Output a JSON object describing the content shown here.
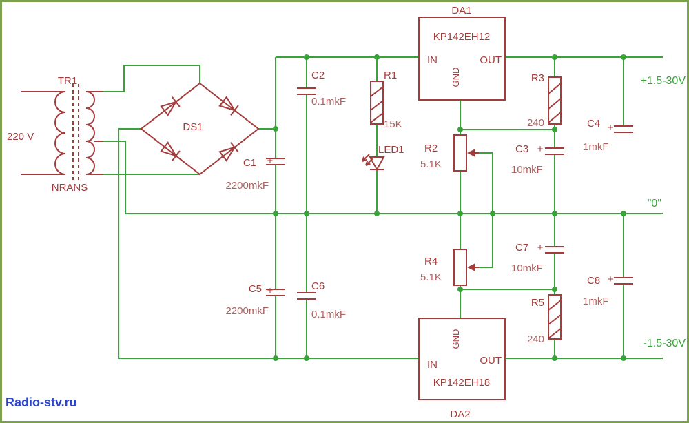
{
  "colors": {
    "wire": "#3aa23a",
    "symbol": "#a43c3c",
    "text_value": "#ad6161",
    "text_green": "#3aa23a",
    "watermark": "#2b46cb",
    "border": "#7ba14e",
    "background": "#ffffff"
  },
  "transformer": {
    "designator": "TR1",
    "primary_voltage": "220 V",
    "caption": "NRANS"
  },
  "bridge": {
    "designator": "DS1"
  },
  "regulators": {
    "da1": {
      "designator": "DA1",
      "part": "KP142EH12",
      "pin_in": "IN",
      "pin_out": "OUT",
      "pin_gnd": "GND"
    },
    "da2": {
      "designator": "DA2",
      "part": "KP142EH18",
      "pin_in": "IN",
      "pin_out": "OUT",
      "pin_gnd": "GND"
    }
  },
  "capacitors": {
    "c1": {
      "designator": "C1",
      "value": "2200mkF",
      "polarity": "+"
    },
    "c2": {
      "designator": "C2",
      "value": "0.1mkF"
    },
    "c3": {
      "designator": "C3",
      "value": "10mkF",
      "polarity": "+"
    },
    "c4": {
      "designator": "C4",
      "value": "1mkF",
      "polarity": "+"
    },
    "c5": {
      "designator": "C5",
      "value": "2200mkF",
      "polarity": "+"
    },
    "c6": {
      "designator": "C6",
      "value": "0.1mkF"
    },
    "c7": {
      "designator": "C7",
      "value": "10mkF",
      "polarity": "+"
    },
    "c8": {
      "designator": "C8",
      "value": "1mkF",
      "polarity": "+"
    }
  },
  "resistors": {
    "r1": {
      "designator": "R1",
      "value": "15K"
    },
    "r2": {
      "designator": "R2",
      "value": "5.1K"
    },
    "r3": {
      "designator": "R3",
      "value": "240"
    },
    "r4": {
      "designator": "R4",
      "value": "5.1K"
    },
    "r5": {
      "designator": "R5",
      "value": "240"
    }
  },
  "led": {
    "designator": "LED1"
  },
  "outputs": {
    "positive": "+1.5-30V",
    "zero": "\"0\"",
    "negative": "-1.5-30V"
  },
  "watermark": "Radio-stv.ru"
}
